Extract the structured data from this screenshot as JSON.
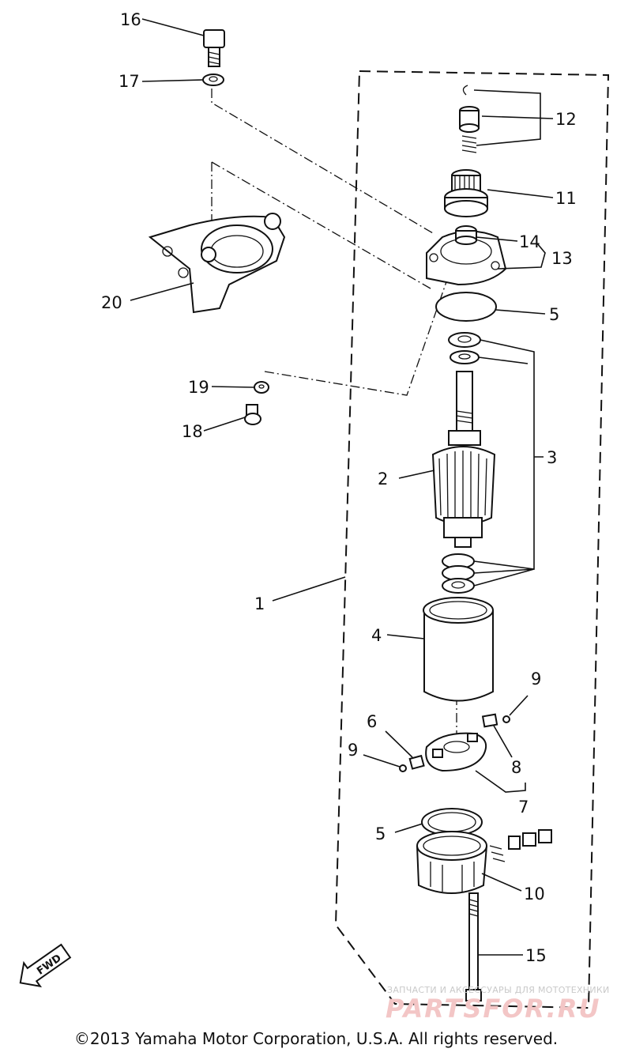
{
  "callouts": [
    {
      "id": "callout-16",
      "text": "16"
    },
    {
      "id": "callout-17",
      "text": "17"
    },
    {
      "id": "callout-12",
      "text": "12"
    },
    {
      "id": "callout-11",
      "text": "11"
    },
    {
      "id": "callout-14",
      "text": "14"
    },
    {
      "id": "callout-13",
      "text": "13"
    },
    {
      "id": "callout-20",
      "text": "20"
    },
    {
      "id": "callout-5-top",
      "text": "5"
    },
    {
      "id": "callout-19",
      "text": "19"
    },
    {
      "id": "callout-18",
      "text": "18"
    },
    {
      "id": "callout-3",
      "text": "3"
    },
    {
      "id": "callout-2",
      "text": "2"
    },
    {
      "id": "callout-1",
      "text": "1"
    },
    {
      "id": "callout-4",
      "text": "4"
    },
    {
      "id": "callout-9-right",
      "text": "9"
    },
    {
      "id": "callout-6",
      "text": "6"
    },
    {
      "id": "callout-9-left",
      "text": "9"
    },
    {
      "id": "callout-8",
      "text": "8"
    },
    {
      "id": "callout-7",
      "text": "7"
    },
    {
      "id": "callout-5-bottom",
      "text": "5"
    },
    {
      "id": "callout-10",
      "text": "10"
    },
    {
      "id": "callout-15",
      "text": "15"
    }
  ],
  "fwd_label": "FWD",
  "watermark": {
    "top": "ЗАПЧАСТИ И АКСЕССУАРЫ ДЛЯ МОТОТЕХНИКИ",
    "main": "PARTSFOR.RU"
  },
  "copyright": "©2013 Yamaha Motor Corporation, U.S.A. All rights reserved."
}
